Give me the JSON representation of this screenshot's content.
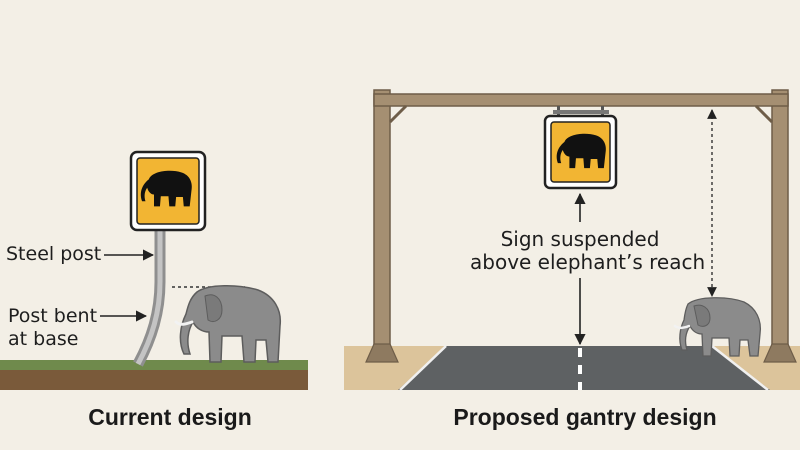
{
  "left_panel": {
    "caption": "Current design",
    "labels": {
      "steel_post": "Steel post",
      "post_bent_line1": "Post bent",
      "post_bent_line2": "at base"
    }
  },
  "right_panel": {
    "caption": "Proposed gantry design",
    "annotation_line1": "Sign suspended",
    "annotation_line2": "above elephant’s reach"
  },
  "colors": {
    "background": "#f3efe6",
    "sign_yellow": "#f2b533",
    "post_grey": "#a9a9a9",
    "gantry_wood": "#a58f72",
    "elephant_grey": "#8b8b8b",
    "grass": "#6f8a4c",
    "soil": "#7a5a3a",
    "sand": "#dcc49b",
    "road": "#5e6163"
  },
  "icons": [
    "elephant-sign-icon",
    "elephant-icon",
    "arrow-icon"
  ]
}
